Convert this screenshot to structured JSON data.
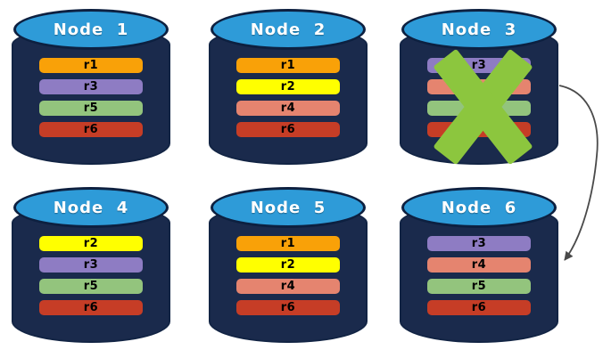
{
  "diagram": {
    "description_colors": {
      "background": "#FFFFFF",
      "cylinder_body": "#1A2A4C",
      "cylinder_edge": "#122444",
      "cylinder_top_blue": "#2E9BD8",
      "title_text": "#FFFFFF",
      "bar_text": "#000000",
      "failed_x_green": "#8CC63E",
      "arrow_gray": "#4A4A4A"
    },
    "replica_palette": {
      "r1": "#F9A108",
      "r2": "#FFFF00",
      "r3": "#8E7CC3",
      "r4": "#E5846F",
      "r5": "#93C47D",
      "r6": "#C63D26"
    },
    "nodes": [
      {
        "title": "Node  1",
        "failed": false,
        "replicas": [
          {
            "label": "r1",
            "color": "#F9A108"
          },
          {
            "label": "r3",
            "color": "#8E7CC3"
          },
          {
            "label": "r5",
            "color": "#93C47D"
          },
          {
            "label": "r6",
            "color": "#C63D26"
          }
        ]
      },
      {
        "title": "Node  2",
        "failed": false,
        "replicas": [
          {
            "label": "r1",
            "color": "#F9A108"
          },
          {
            "label": "r2",
            "color": "#FFFF00"
          },
          {
            "label": "r4",
            "color": "#E5846F"
          },
          {
            "label": "r6",
            "color": "#C63D26"
          }
        ]
      },
      {
        "title": "Node  3",
        "failed": true,
        "replicas": [
          {
            "label": "r3",
            "color": "#8E7CC3"
          },
          {
            "label": "",
            "color": "#E5846F"
          },
          {
            "label": "",
            "color": "#93C47D"
          },
          {
            "label": "",
            "color": "#C63D26"
          }
        ]
      },
      {
        "title": "Node  4",
        "failed": false,
        "replicas": [
          {
            "label": "r2",
            "color": "#FFFF00"
          },
          {
            "label": "r3",
            "color": "#8E7CC3"
          },
          {
            "label": "r5",
            "color": "#93C47D"
          },
          {
            "label": "r6",
            "color": "#C63D26"
          }
        ]
      },
      {
        "title": "Node  5",
        "failed": false,
        "replicas": [
          {
            "label": "r1",
            "color": "#F9A108"
          },
          {
            "label": "r2",
            "color": "#FFFF00"
          },
          {
            "label": "r4",
            "color": "#E5846F"
          },
          {
            "label": "r6",
            "color": "#C63D26"
          }
        ]
      },
      {
        "title": "Node  6",
        "failed": false,
        "replicas": [
          {
            "label": "r3",
            "color": "#8E7CC3"
          },
          {
            "label": "r4",
            "color": "#E5846F"
          },
          {
            "label": "r5",
            "color": "#93C47D"
          },
          {
            "label": "r6",
            "color": "#C63D26"
          }
        ]
      }
    ],
    "arrow": {
      "from": "Node  3",
      "to": "Node  6"
    }
  }
}
